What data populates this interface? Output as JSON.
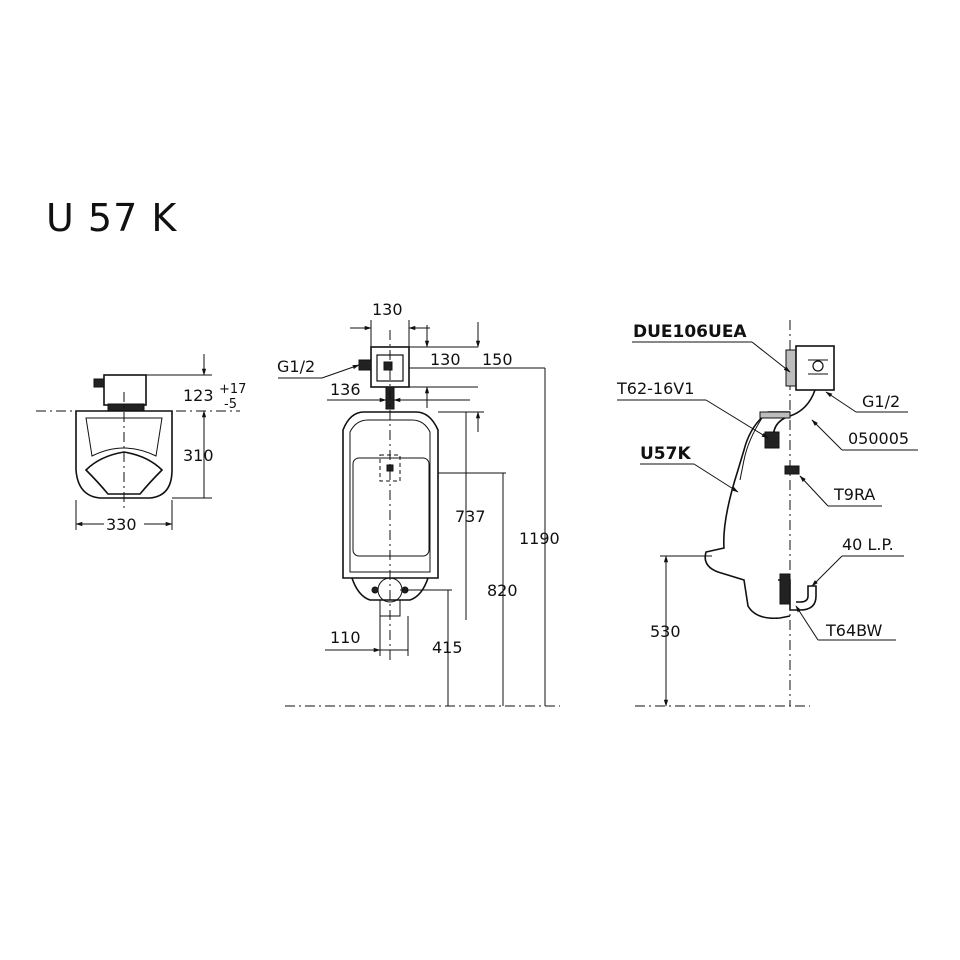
{
  "model_title": "U 57 K",
  "top_view": {
    "dim_height": "123",
    "tol_plus": "+17",
    "tol_minus": "-5",
    "dim_depth": "310",
    "dim_width": "330"
  },
  "front_view": {
    "dim_valve_width": "130",
    "dim_valve_height": "130",
    "dim_top_offset": "150",
    "dim_inlet": "G1/2",
    "dim_136": "136",
    "dim_737": "737",
    "dim_1190": "1190",
    "dim_820": "820",
    "dim_110": "110",
    "dim_415": "415"
  },
  "side_view": {
    "part_flush_valve": "DUE106UEA",
    "part_spud": "T62-16V1",
    "part_urinal": "U57K",
    "part_inlet": "G1/2",
    "part_hose": "050005",
    "part_bracket": "T9RA",
    "part_trap_size": "40 L.P.",
    "part_trap": "T64BW",
    "dim_530": "530"
  }
}
